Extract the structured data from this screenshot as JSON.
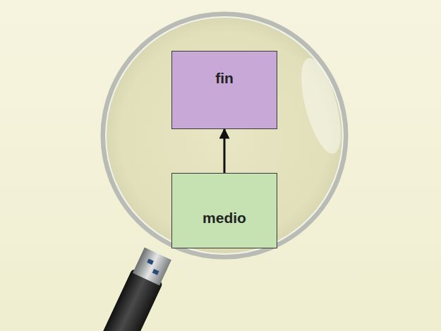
{
  "diagram": {
    "nodes": [
      {
        "text": [
          "fin"
        ]
      },
      {
        "text": [
          "medio"
        ]
      }
    ],
    "edges": [
      {
        "from": 1,
        "to": 0,
        "arrow": "to"
      }
    ]
  }
}
